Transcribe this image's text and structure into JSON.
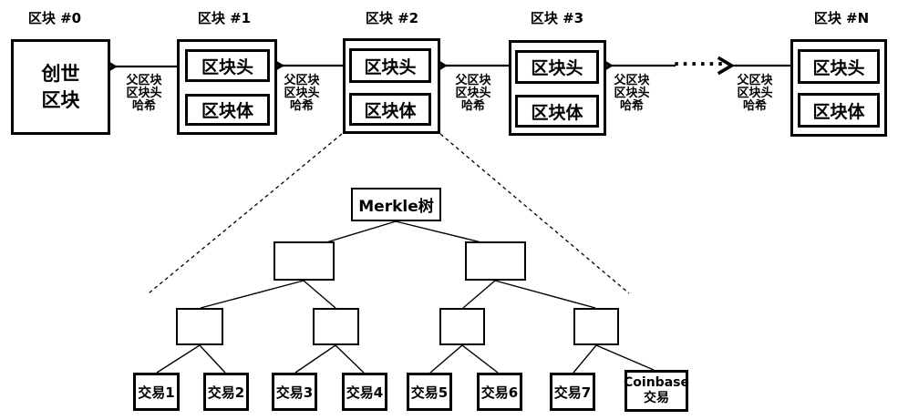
{
  "chain": {
    "blocks": [
      {
        "label": "区块 #0",
        "content": "创世\n区块"
      },
      {
        "label": "区块 #1",
        "header": "区块头",
        "body": "区块体"
      },
      {
        "label": "区块 #2",
        "header": "区块头",
        "body": "区块体"
      },
      {
        "label": "区块 #3",
        "header": "区块头",
        "body": "区块体"
      },
      {
        "label": "区块 #N",
        "header": "区块头",
        "body": "区块体"
      }
    ],
    "parent_hash_label": "父区块\n区块头\n哈希",
    "ellipsis": "······"
  },
  "merkle_tree": {
    "root_label": "Merkle树",
    "leaves": [
      "交易1",
      "交易2",
      "交易3",
      "交易4",
      "交易5",
      "交易6",
      "交易7"
    ],
    "coinbase_label": "Coinbase\n交易"
  },
  "colors": {
    "line": "#000000",
    "background": "#ffffff"
  }
}
